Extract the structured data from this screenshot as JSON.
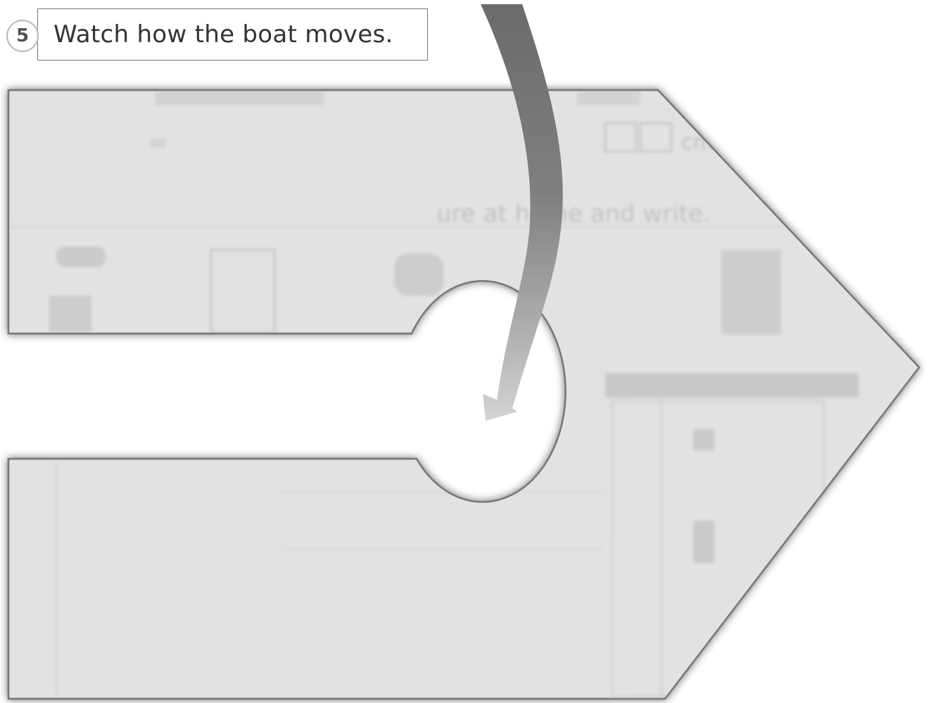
{
  "exercise": {
    "number": "5",
    "instruction": "Watch how the boat moves."
  },
  "colors": {
    "boat_fill": "#e2e2e2",
    "boat_outline": "#7f7f7f",
    "arrow_dark": "#6e6e6e",
    "arrow_light": "#cfcfcf",
    "ghost_text": "#bdbdbd"
  },
  "icons": {
    "arrow": "curved-arrow-down-left"
  }
}
